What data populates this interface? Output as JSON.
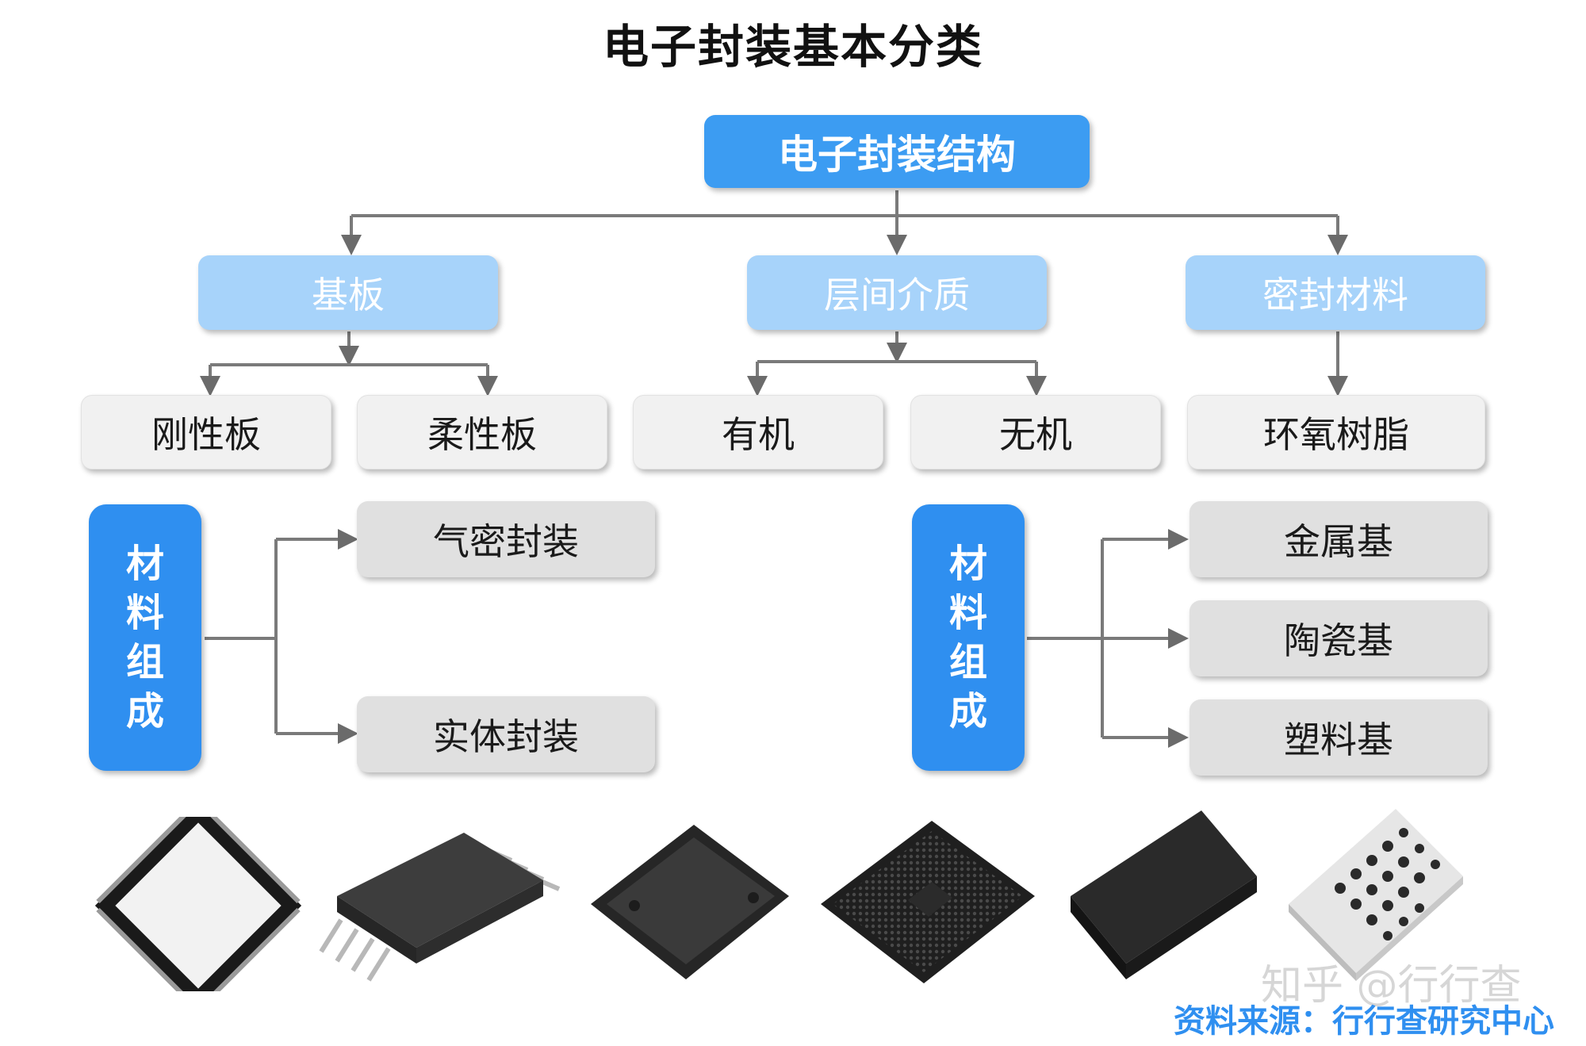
{
  "title": "电子封装基本分类",
  "root": "电子封装结构",
  "level1": [
    "基板",
    "层间介质",
    "密封材料"
  ],
  "level2": [
    "刚性板",
    "柔性板",
    "有机",
    "无机",
    "环氧树脂"
  ],
  "left_material": {
    "chars": [
      "材",
      "料",
      "组",
      "成"
    ],
    "items": [
      "气密封装",
      "实体封装"
    ]
  },
  "right_material": {
    "chars": [
      "材",
      "料",
      "组",
      "成"
    ],
    "items": [
      "金属基",
      "陶瓷基",
      "塑料基"
    ]
  },
  "chips": [
    "qfn-chip-icon",
    "ssop-chip-icon",
    "qfp-chip-icon",
    "bga-chip-icon",
    "csp-chip-icon",
    "lga-chip-icon"
  ],
  "watermark": "知乎 @行行查",
  "source": "资料来源：行行查研究中心",
  "colors": {
    "root": "#3c9cf2",
    "level1": "#a7d3fa",
    "level2": "#f1f1f1",
    "material": "#2f8ff0",
    "package": "#e0e0e0",
    "source": "#2f8ff0"
  }
}
